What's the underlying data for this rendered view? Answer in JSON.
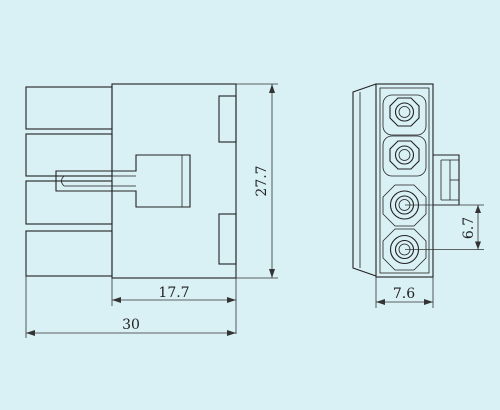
{
  "drawing": {
    "dimensions": {
      "body_length": "17.7",
      "total_length": "30",
      "height": "27.7",
      "width": "7.6",
      "pitch": "6.7"
    },
    "colors": {
      "background": "#d9f0f5",
      "line": "#222222"
    }
  }
}
